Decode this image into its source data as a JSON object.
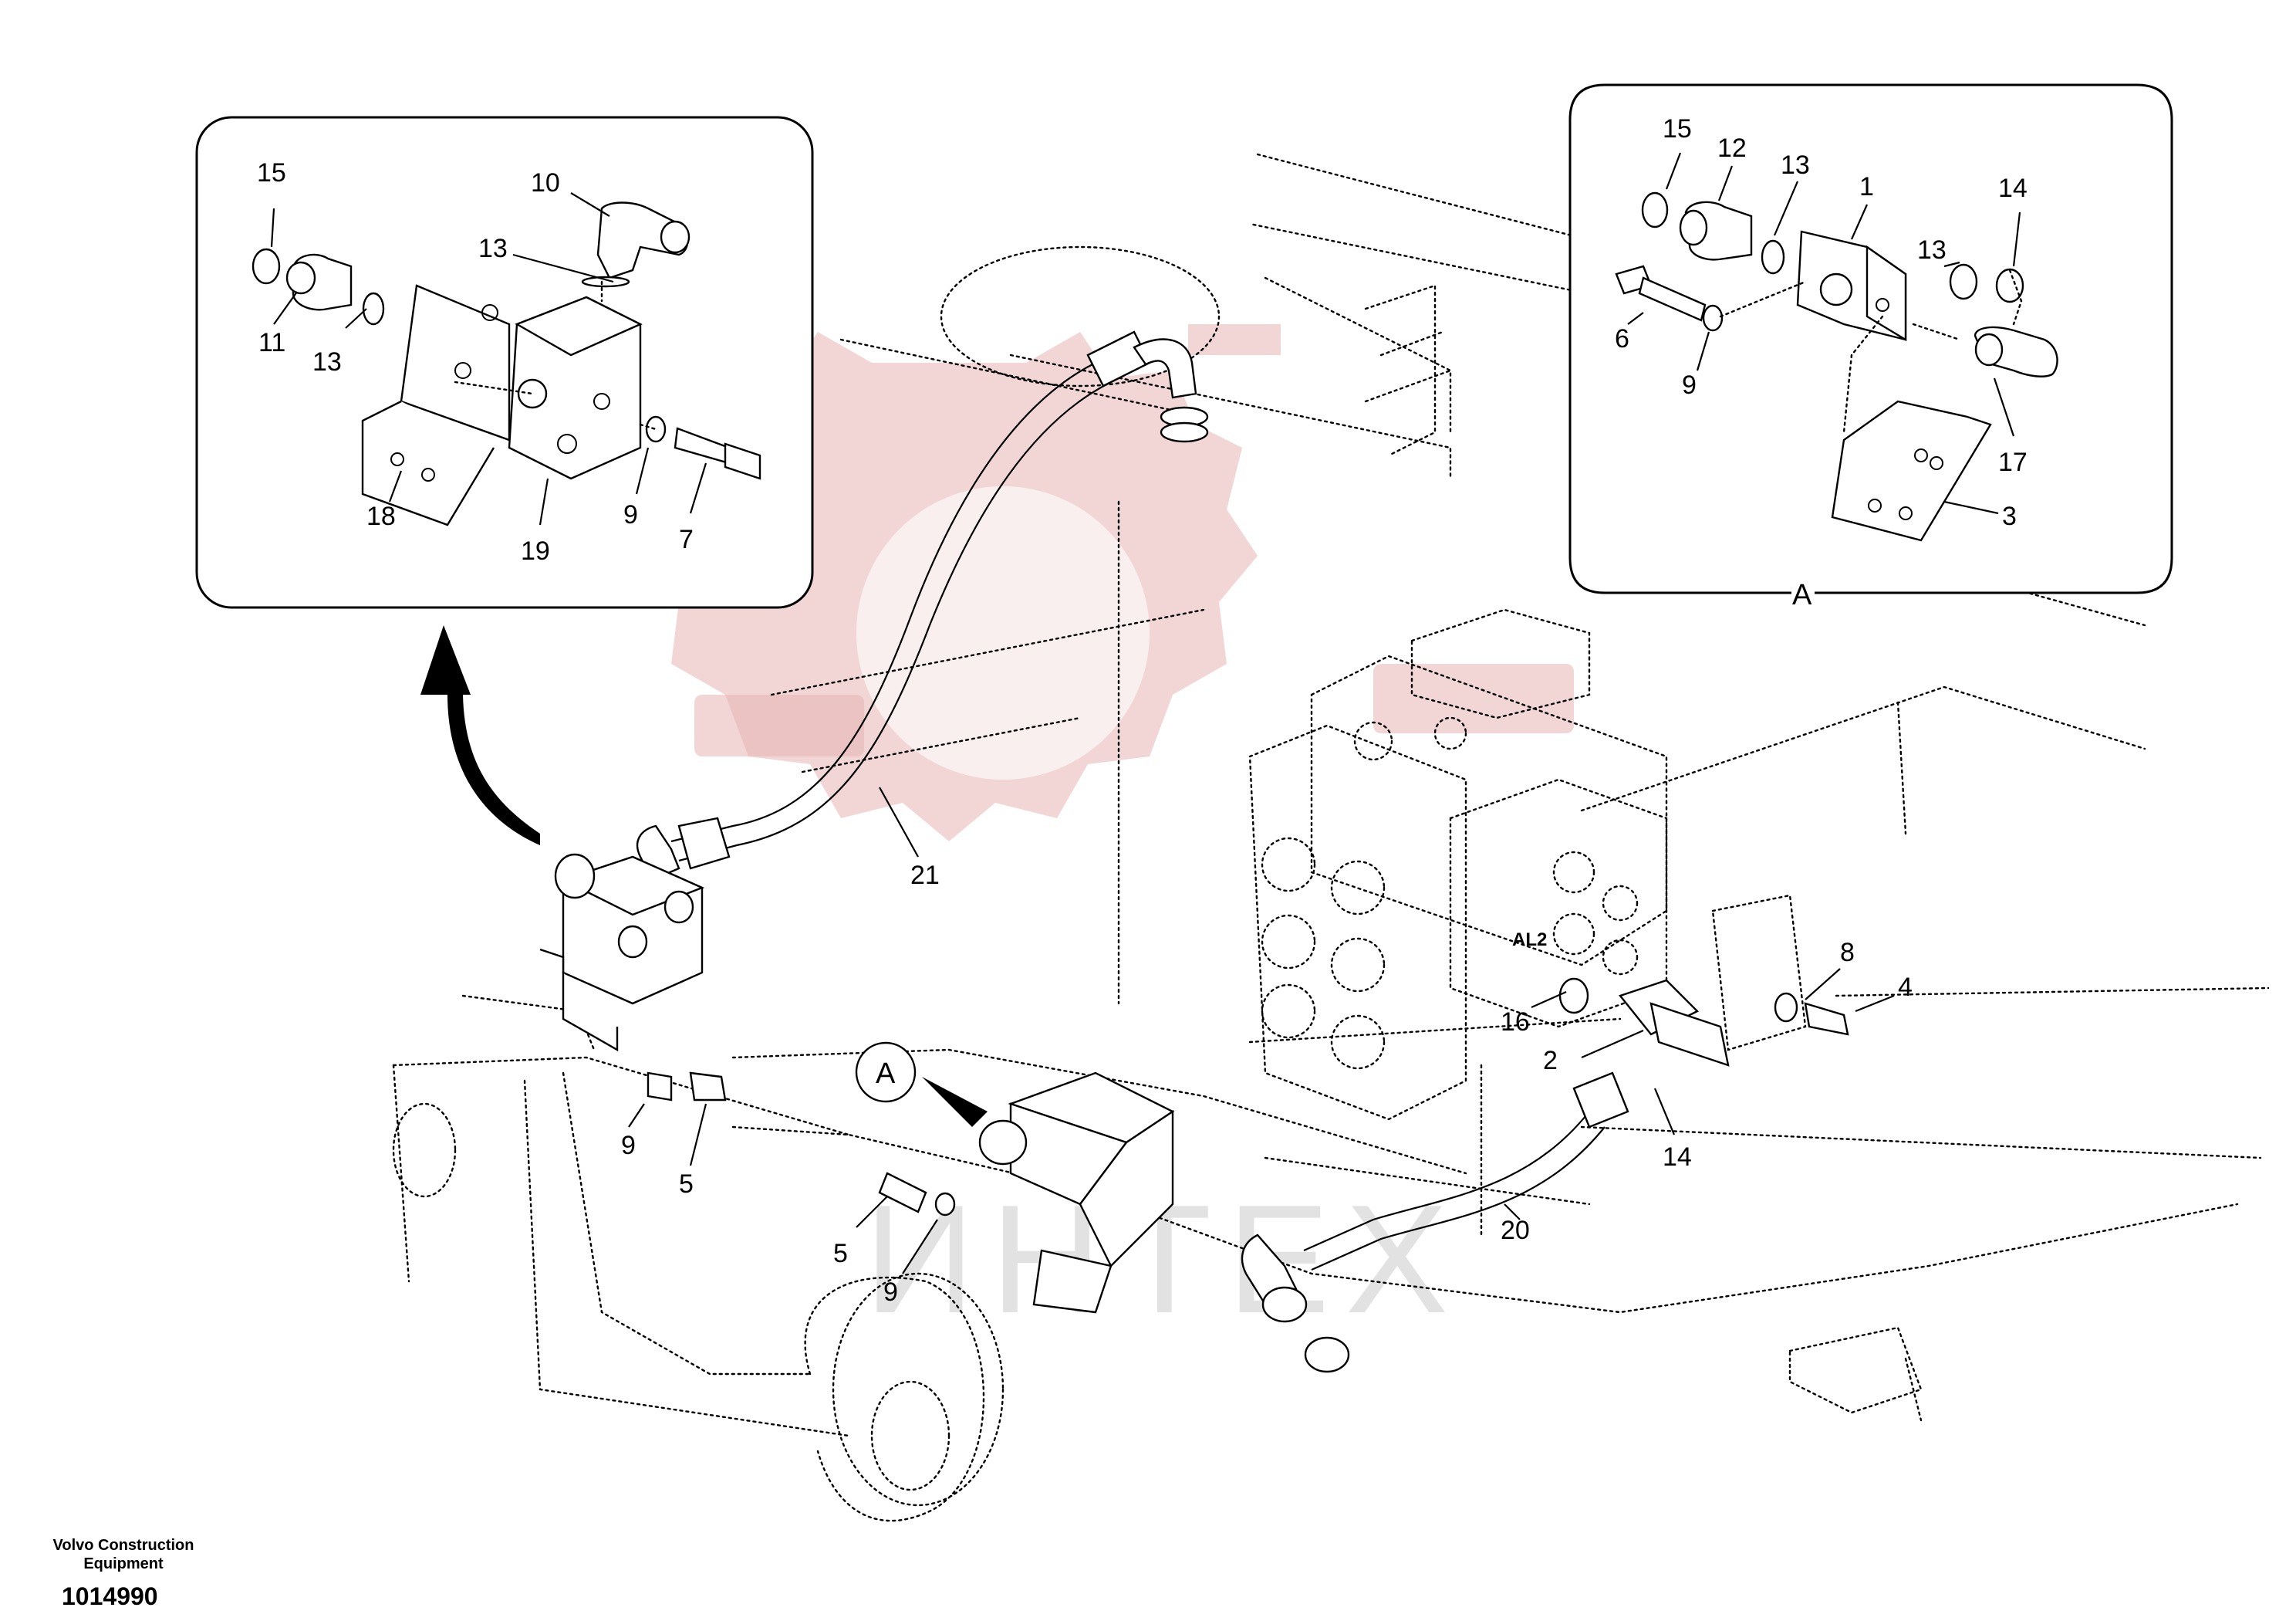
{
  "footer": {
    "brand_line1": "Volvo Construction",
    "brand_line2": "Equipment",
    "doc_number": "1014990"
  },
  "insets": {
    "left": {
      "callouts": [
        "15",
        "10",
        "13",
        "11",
        "13",
        "18",
        "19",
        "9",
        "7"
      ]
    },
    "right": {
      "letter": "A",
      "callouts": [
        "15",
        "12",
        "13",
        "1",
        "14",
        "13",
        "6",
        "9",
        "17",
        "3"
      ]
    }
  },
  "main": {
    "view_marker": "A",
    "port_tag": "AL2",
    "callouts": [
      "21",
      "16",
      "8",
      "4",
      "2",
      "14",
      "9",
      "5",
      "5",
      "9",
      "20"
    ]
  },
  "watermark": {
    "text": "ИНТЕХ"
  }
}
